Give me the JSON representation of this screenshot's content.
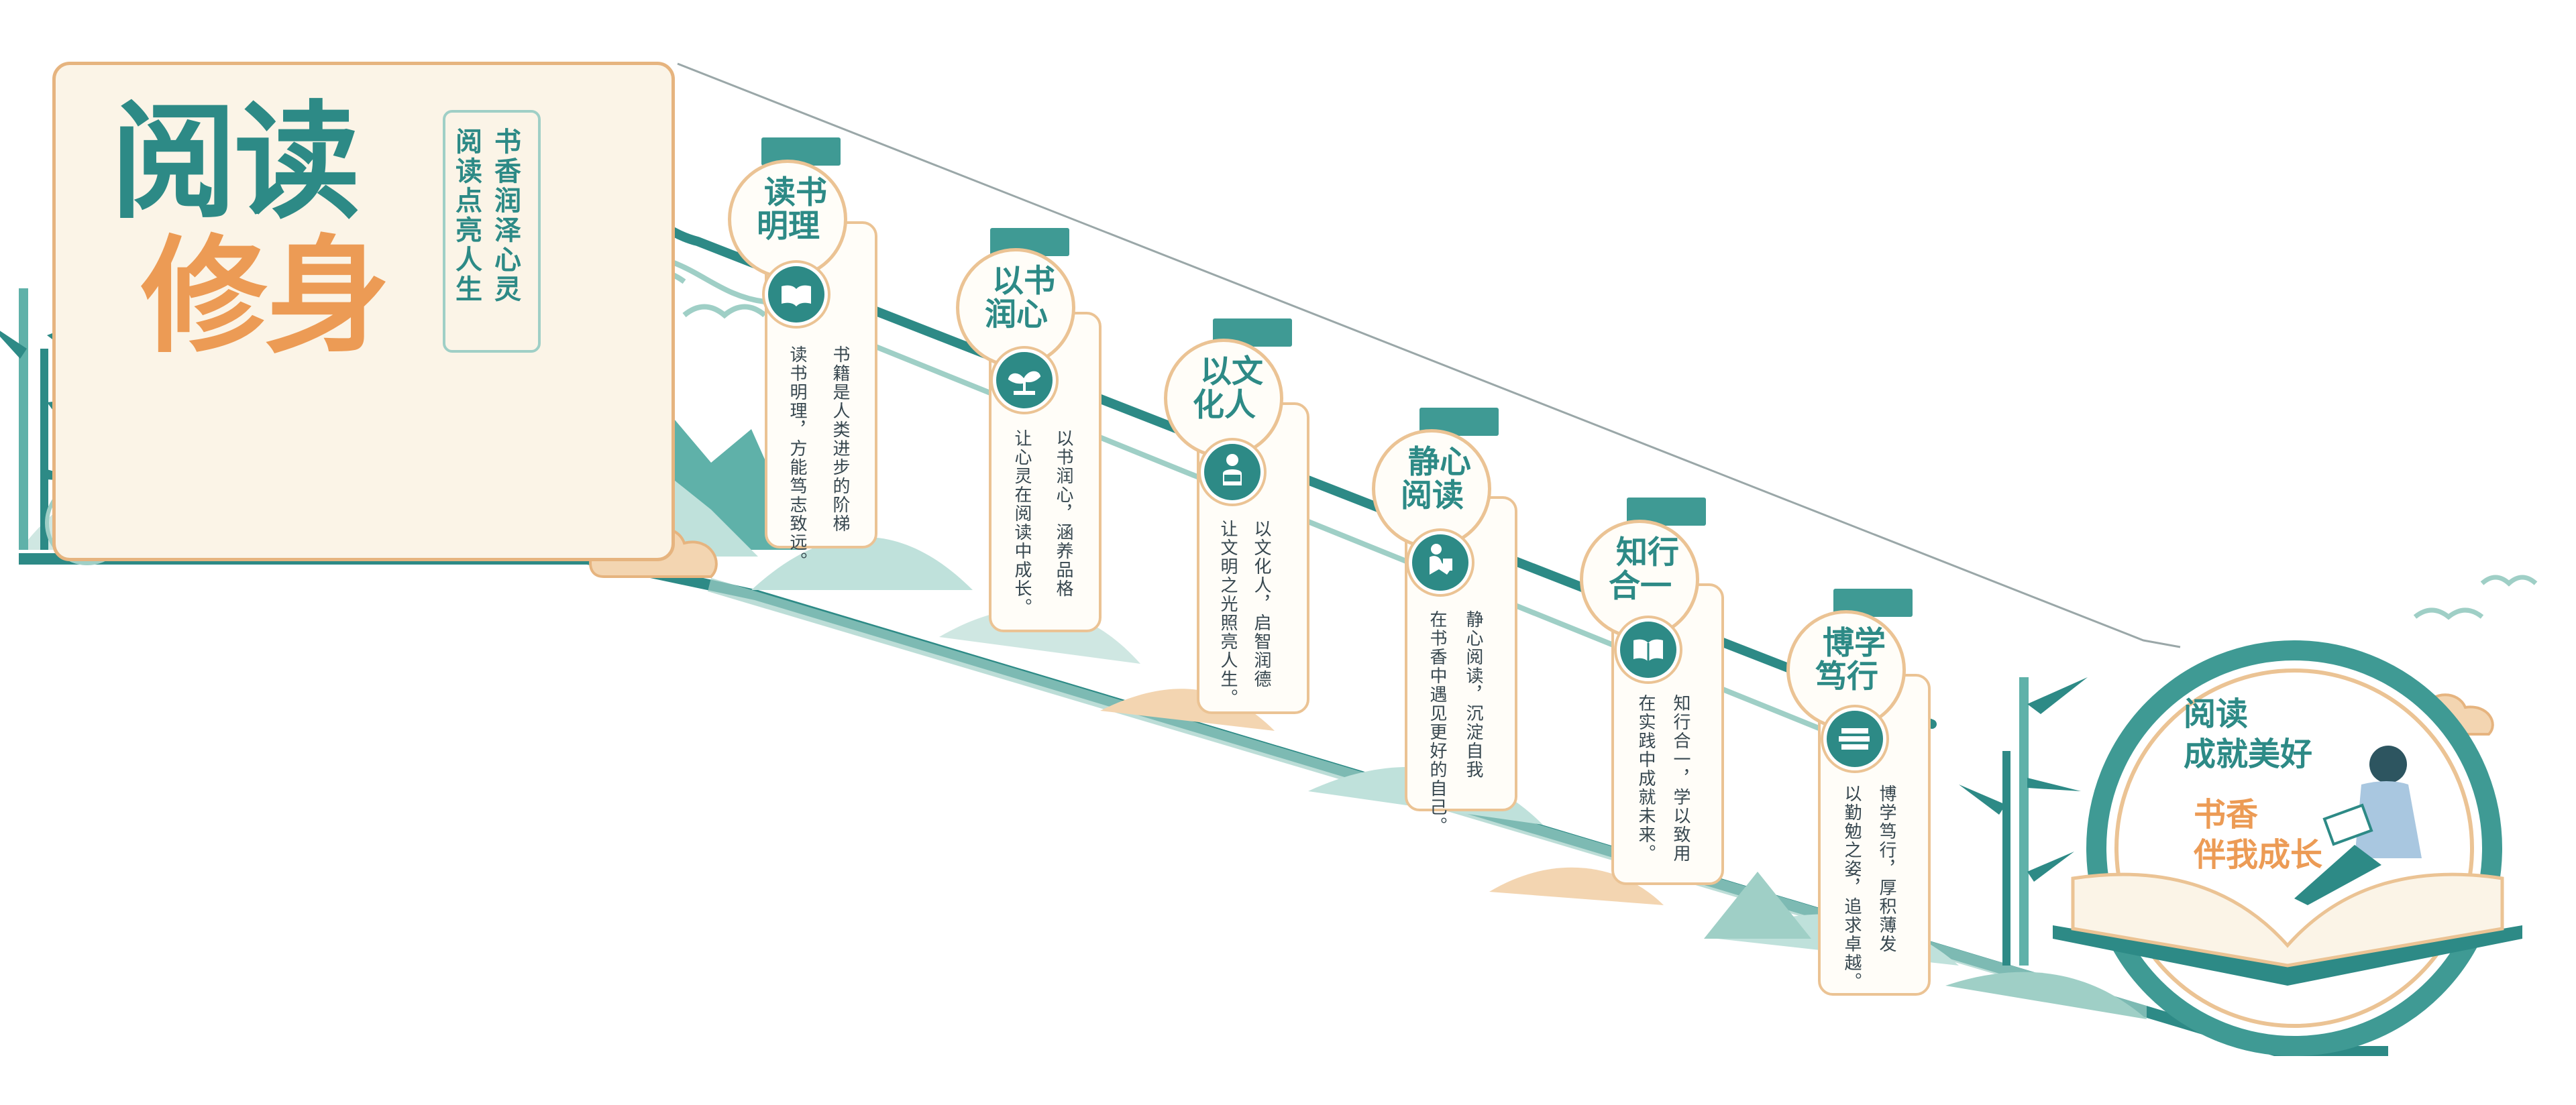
{
  "main_title": {
    "line1": "阅读",
    "line2": "修身"
  },
  "slogan": {
    "col1": "书香润泽心灵",
    "col2": "阅读点亮人生"
  },
  "panels": [
    {
      "title1": "读书",
      "title2": "明理",
      "icon": "open-book-icon",
      "desc1": "书籍是人类进步的阶梯",
      "desc2": "读书明理，方能笃志致远。"
    },
    {
      "title1": "以书",
      "title2": "润心",
      "icon": "sprout-icon",
      "desc1": "以书润心，涵养品格",
      "desc2": "让心灵在阅读中成长。"
    },
    {
      "title1": "以文",
      "title2": "化人",
      "icon": "reading-person-icon",
      "desc1": "以文化人，启智润德",
      "desc2": "让文明之光照亮人生。"
    },
    {
      "title1": "静心",
      "title2": "阅读",
      "icon": "seated-reader-icon",
      "desc1": "静心阅读，沉淀自我",
      "desc2": "在书香中遇见更好的自己。"
    },
    {
      "title1": "知行",
      "title2": "合一",
      "icon": "book-icon",
      "desc1": "知行合一，学以致用",
      "desc2": "在实践中成就未来。"
    },
    {
      "title1": "博学",
      "title2": "笃行",
      "icon": "book-stack-icon",
      "desc1": "博学笃行，厚积薄发",
      "desc2": "以勤勉之姿，追求卓越。"
    }
  ],
  "badge": {
    "line1": "阅读",
    "line2": "成就美好",
    "line3": "书香",
    "line4": "伴我成长"
  },
  "colors": {
    "teal": "#2d8a86",
    "orange": "#ec9b55",
    "cream": "#fbf4e7",
    "border": "#ebc394"
  }
}
